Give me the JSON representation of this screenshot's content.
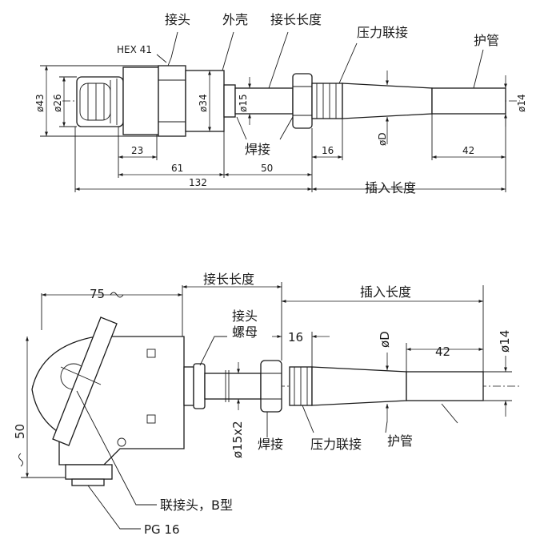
{
  "top_view": {
    "labels": {
      "joint": "接头",
      "housing": "外壳",
      "extension_length": "接长长度",
      "pressure_fitting": "压力联接",
      "sheath": "护管",
      "weld": "焊接",
      "insertion_length": "插入长度"
    },
    "dims": {
      "hex": "HEX 41",
      "d43": "ø43",
      "d26": "ø26",
      "d34": "ø34",
      "d15": "ø15",
      "dD": "øD",
      "d14": "ø14",
      "l23": "23",
      "l61": "61",
      "l50": "50",
      "l132": "132",
      "l16": "16",
      "l42": "42"
    }
  },
  "bottom_view": {
    "labels": {
      "extension_length": "接长长度",
      "insertion_length": "插入长度",
      "nut_line1": "接头",
      "nut_line2": "螺母",
      "weld": "焊接",
      "pressure_fitting": "压力联接",
      "sheath": "护管",
      "connector": "联接头，B型",
      "gland": "PG 16"
    },
    "dims": {
      "l75": "75",
      "l16": "16",
      "l42": "42",
      "dD": "øD",
      "d14": "ø14",
      "d15x2": "ø15x2",
      "h50": "50"
    }
  }
}
